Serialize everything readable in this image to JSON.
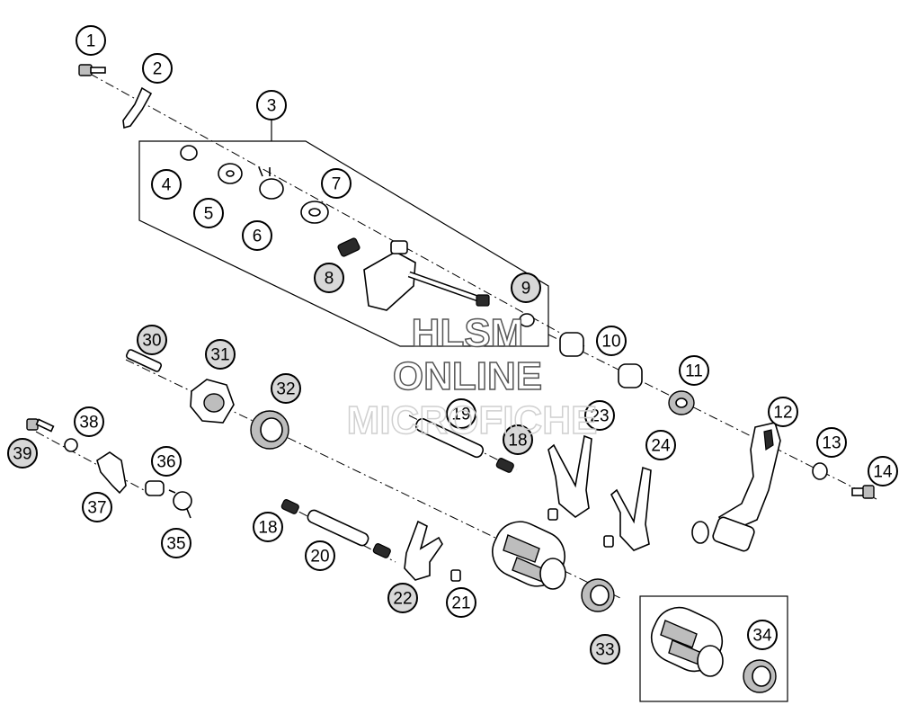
{
  "callouts": [
    {
      "id": "1",
      "label": "1"
    },
    {
      "id": "2",
      "label": "2"
    },
    {
      "id": "3",
      "label": "3"
    },
    {
      "id": "4",
      "label": "4"
    },
    {
      "id": "5",
      "label": "5"
    },
    {
      "id": "6",
      "label": "6"
    },
    {
      "id": "7",
      "label": "7"
    },
    {
      "id": "8",
      "label": "8"
    },
    {
      "id": "9",
      "label": "9"
    },
    {
      "id": "10",
      "label": "10"
    },
    {
      "id": "11",
      "label": "11"
    },
    {
      "id": "12",
      "label": "12"
    },
    {
      "id": "13",
      "label": "13"
    },
    {
      "id": "14",
      "label": "14"
    },
    {
      "id": "18a",
      "label": "18"
    },
    {
      "id": "18b",
      "label": "18"
    },
    {
      "id": "19",
      "label": "19"
    },
    {
      "id": "20",
      "label": "20"
    },
    {
      "id": "21",
      "label": "21"
    },
    {
      "id": "22",
      "label": "22"
    },
    {
      "id": "23",
      "label": "23"
    },
    {
      "id": "24",
      "label": "24"
    },
    {
      "id": "30",
      "label": "30"
    },
    {
      "id": "31",
      "label": "31"
    },
    {
      "id": "32",
      "label": "32"
    },
    {
      "id": "33",
      "label": "33"
    },
    {
      "id": "34",
      "label": "34"
    },
    {
      "id": "35",
      "label": "35"
    },
    {
      "id": "36",
      "label": "36"
    },
    {
      "id": "37",
      "label": "37"
    },
    {
      "id": "38",
      "label": "38"
    },
    {
      "id": "39",
      "label": "39"
    }
  ],
  "watermark": {
    "line1": "HLSM",
    "line2": "ONLINE",
    "line3": "MICROFICHE"
  }
}
